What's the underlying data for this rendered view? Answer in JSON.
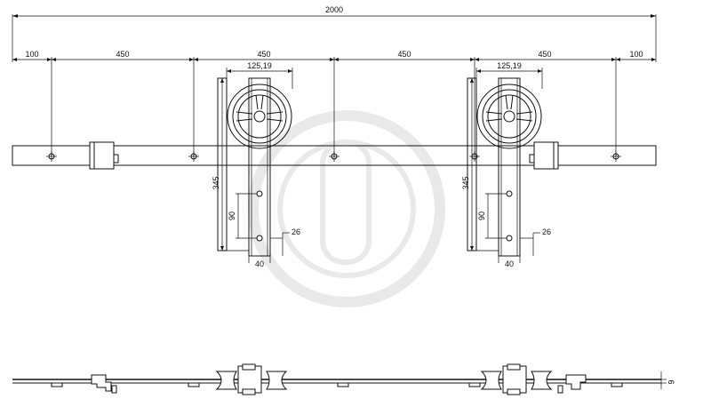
{
  "dimensions": {
    "overall": "2000",
    "spacing": [
      "100",
      "450",
      "450",
      "450",
      "450",
      "100"
    ],
    "wheel_width": "125,19",
    "hanger_height": "345",
    "hole_spacing": "90",
    "hole_offset": "26",
    "strap_width": "40",
    "side_offset": "6"
  }
}
